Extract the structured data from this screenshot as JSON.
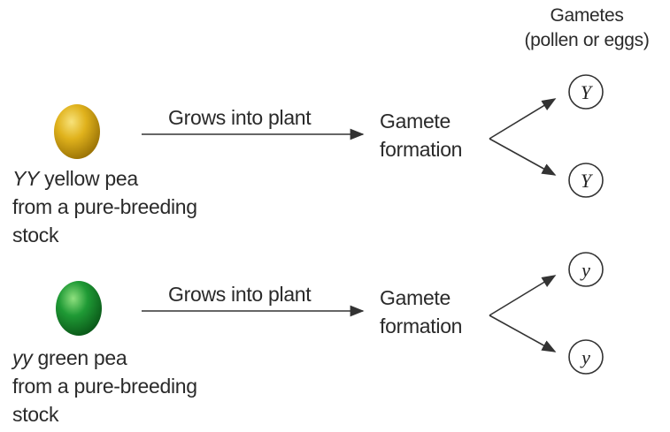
{
  "header": {
    "gametes_line1": "Gametes",
    "gametes_line2": "(pollen or eggs)"
  },
  "rows": [
    {
      "pea_color": "#d4a514",
      "genotype": "YY",
      "description_line1": " yellow pea",
      "description_line2": "from a pure-breeding",
      "description_line3": "stock",
      "arrow_label": "Grows into plant",
      "formation_line1": "Gamete",
      "formation_line2": "formation",
      "gametes": [
        "Y",
        "Y"
      ]
    },
    {
      "pea_color": "#1a8a2e",
      "genotype": "yy",
      "description_line1": " green pea",
      "description_line2": "from a pure-breeding",
      "description_line3": "stock",
      "arrow_label": "Grows into plant",
      "formation_line1": "Gamete",
      "formation_line2": "formation",
      "gametes": [
        "y",
        "y"
      ]
    }
  ]
}
